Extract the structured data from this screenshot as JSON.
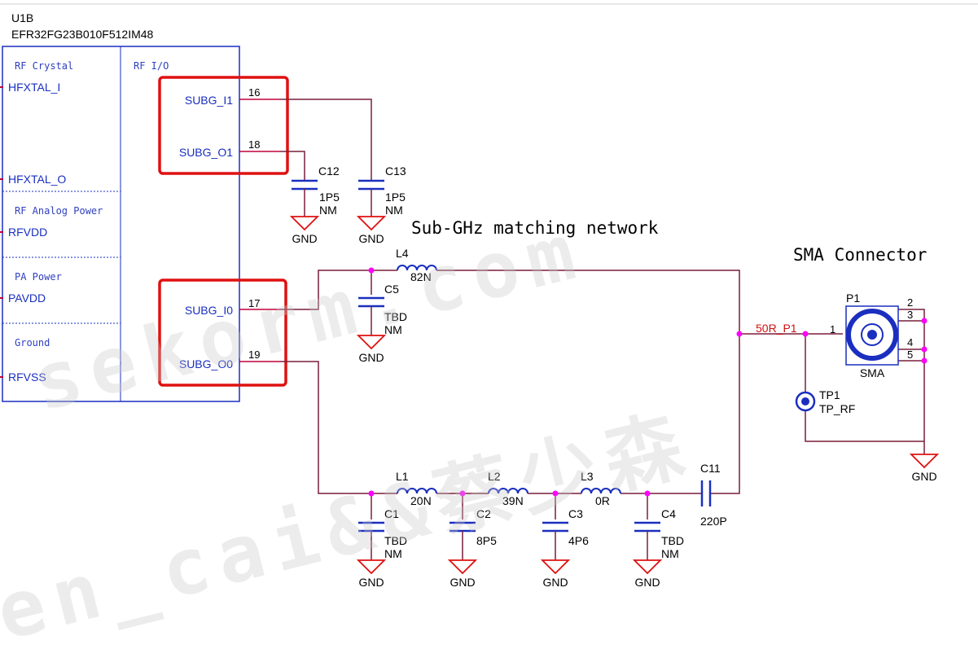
{
  "colors": {
    "wire": "#7a1f3a",
    "pin": "#c0003a",
    "symbol": "#1a2fbf",
    "highlight": "#e01010",
    "junction": "#ff00ff",
    "text": "#000000",
    "netlabel": "#d01010",
    "ground": "#e01010"
  },
  "chip": {
    "designator": "U1B",
    "part": "EFR32FG23B010F512IM48",
    "sections": {
      "rf_crystal": "RF Crystal",
      "rf_io": "RF I/O",
      "rf_analog_power": "RF Analog Power",
      "pa_power": "PA Power",
      "ground": "Ground"
    },
    "pins": {
      "hfxtal_i": "HFXTAL_I",
      "hfxtal_o": "HFXTAL_O",
      "rfvdd": "RFVDD",
      "pavdd": "PAVDD",
      "rfvss": "RFVSS",
      "subg_i1": "SUBG_I1",
      "subg_o1": "SUBG_O1",
      "subg_i0": "SUBG_I0",
      "subg_o0": "SUBG_O0"
    },
    "pin_numbers": {
      "subg_i1": "16",
      "subg_o1": "18",
      "subg_i0": "17",
      "subg_o0": "19"
    }
  },
  "components": {
    "c12": {
      "ref": "C12",
      "value": "1P5",
      "note": "NM"
    },
    "c13": {
      "ref": "C13",
      "value": "1P5",
      "note": "NM"
    },
    "c5": {
      "ref": "C5",
      "value": "TBD",
      "note": "NM"
    },
    "l4": {
      "ref": "L4",
      "value": "82N"
    },
    "l1": {
      "ref": "L1",
      "value": "20N"
    },
    "l2": {
      "ref": "L2",
      "value": "39N"
    },
    "l3": {
      "ref": "L3",
      "value": "0R"
    },
    "c11": {
      "ref": "C11",
      "value": "220P"
    },
    "c1": {
      "ref": "C1",
      "value": "TBD",
      "note": "NM"
    },
    "c2": {
      "ref": "C2",
      "value": "8P5"
    },
    "c3": {
      "ref": "C3",
      "value": "4P6"
    },
    "c4": {
      "ref": "C4",
      "value": "TBD",
      "note": "NM"
    },
    "p1": {
      "ref": "P1",
      "type": "SMA",
      "pins": [
        "1",
        "2",
        "3",
        "4",
        "5"
      ]
    },
    "tp1": {
      "ref": "TP1",
      "name": "TP_RF"
    }
  },
  "gnd_label": "GND",
  "net_label": "50R_P1",
  "annotations": {
    "matching": "Sub-GHz matching network",
    "connector": "SMA Connector"
  },
  "watermark": {
    "line1": "sekorm.com",
    "line2": "en_cai&&蔡少森"
  }
}
